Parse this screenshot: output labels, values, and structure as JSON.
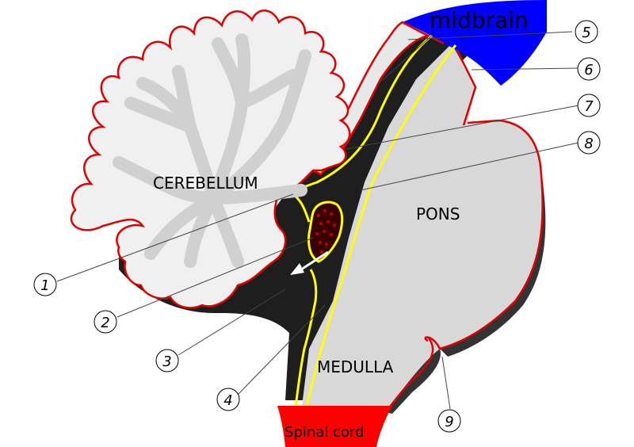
{
  "regions": {
    "midbrain": "midbrain",
    "cerebellum": "CEREBELLUM",
    "pons": "PONS",
    "medulla": "MEDULLA",
    "spinal_cord": "Spinal cord"
  },
  "callouts": [
    "1",
    "2",
    "3",
    "4",
    "5",
    "6",
    "7",
    "8",
    "9"
  ],
  "colors": {
    "outline": "#e00000",
    "tissue": "#d8d8d8",
    "cerebellum_fill": "#e8e8e8",
    "ventricle": "#1e1e1e",
    "membrane": "#ffff00",
    "midbrain": "#0000ff",
    "spinal_cord": "#ff0000"
  }
}
